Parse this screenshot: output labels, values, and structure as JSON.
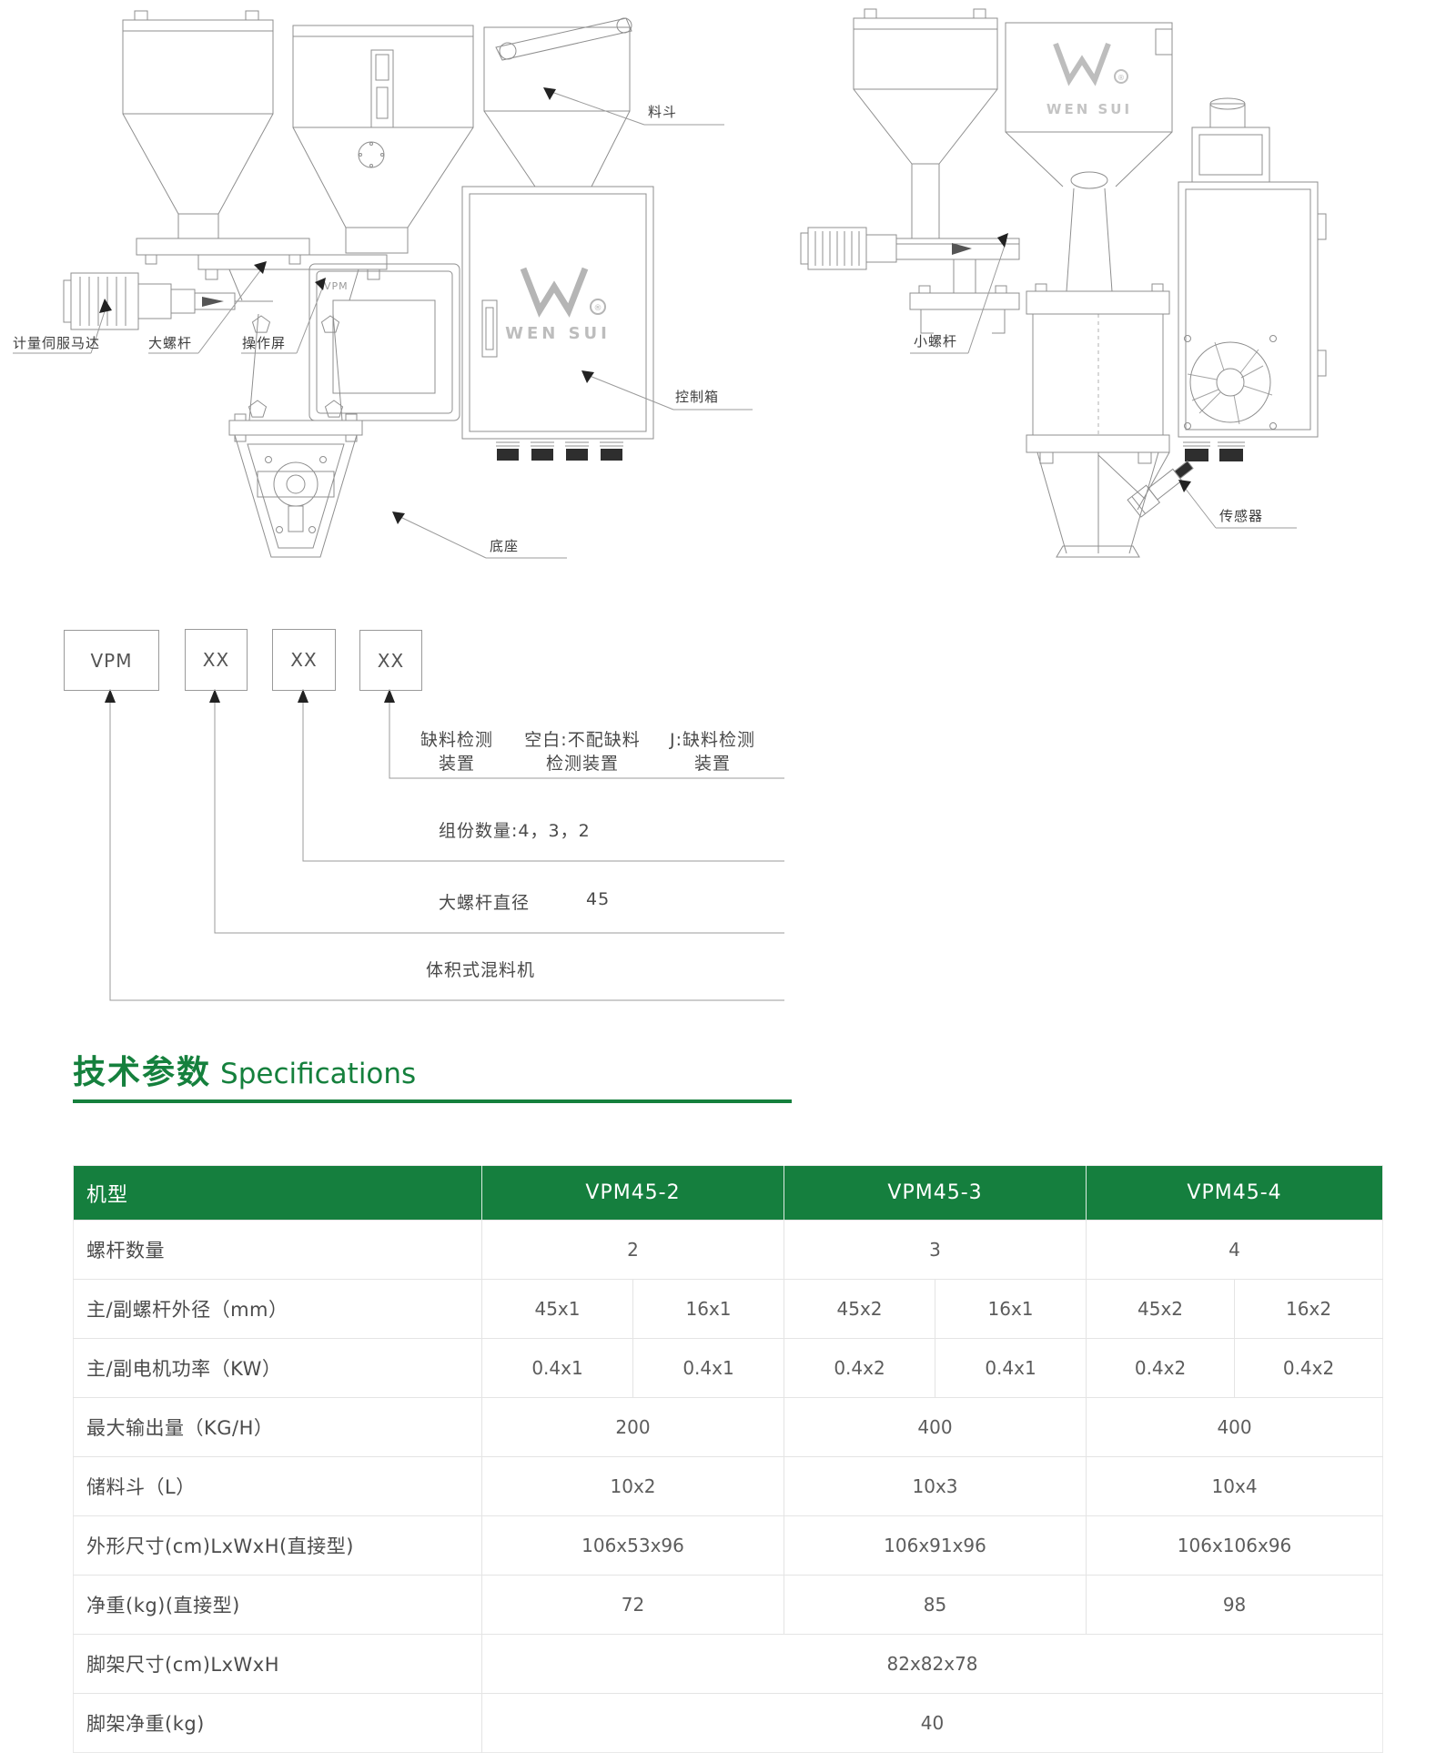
{
  "diagrams": {
    "left_labels": {
      "servo": "计量伺服马达",
      "big_screw": "大螺杆",
      "screen": "操作屏",
      "hopper": "料斗",
      "control_box": "控制箱",
      "base": "底座"
    },
    "right_labels": {
      "small_screw": "小螺杆",
      "sensor": "传感器"
    },
    "brand": {
      "logo_text": "WEN SUI",
      "reg": "®",
      "screen_badge": "VPM"
    }
  },
  "model_code": {
    "boxes": [
      "VPM",
      "XX",
      "XX",
      "XX"
    ],
    "level4": {
      "col1": [
        "缺料检测",
        "装置"
      ],
      "col2": [
        "空白:不配缺料",
        "检测装置"
      ],
      "col3": [
        "J:缺料检测",
        "装置"
      ]
    },
    "level3": "组份数量:4，3，2",
    "level2_label": "大螺杆直径",
    "level2_value": "45",
    "level1": "体积式混料机"
  },
  "specs": {
    "title_zh": "技术参数",
    "title_en": "Specifications",
    "table": {
      "header": [
        "机型",
        "VPM45-2",
        "VPM45-3",
        "VPM45-4"
      ],
      "rows": [
        {
          "label": "螺杆数量",
          "type": "single",
          "values": [
            "2",
            "3",
            "4"
          ]
        },
        {
          "label": "主/副螺杆外径（mm）",
          "type": "split",
          "values": [
            [
              "45x1",
              "16x1"
            ],
            [
              "45x2",
              "16x1"
            ],
            [
              "45x2",
              "16x2"
            ]
          ]
        },
        {
          "label": "主/副电机功率（KW）",
          "type": "split",
          "values": [
            [
              "0.4x1",
              "0.4x1"
            ],
            [
              "0.4x2",
              "0.4x1"
            ],
            [
              "0.4x2",
              "0.4x2"
            ]
          ]
        },
        {
          "label": "最大输出量（KG/H）",
          "type": "single",
          "values": [
            "200",
            "400",
            "400"
          ]
        },
        {
          "label": "储料斗（L）",
          "type": "single",
          "values": [
            "10x2",
            "10x3",
            "10x4"
          ]
        },
        {
          "label": "外形尺寸(cm)LxWxH(直接型)",
          "type": "single",
          "values": [
            "106x53x96",
            "106x91x96",
            "106x106x96"
          ]
        },
        {
          "label": "净重(kg)(直接型)",
          "type": "single",
          "values": [
            "72",
            "85",
            "98"
          ]
        },
        {
          "label": "脚架尺寸(cm)LxWxH",
          "type": "span",
          "values": [
            "82x82x78"
          ]
        },
        {
          "label": "脚架净重(kg)",
          "type": "span",
          "values": [
            "40"
          ]
        }
      ]
    }
  },
  "colors": {
    "green": "#157F3E",
    "title_green": "#15803D"
  }
}
